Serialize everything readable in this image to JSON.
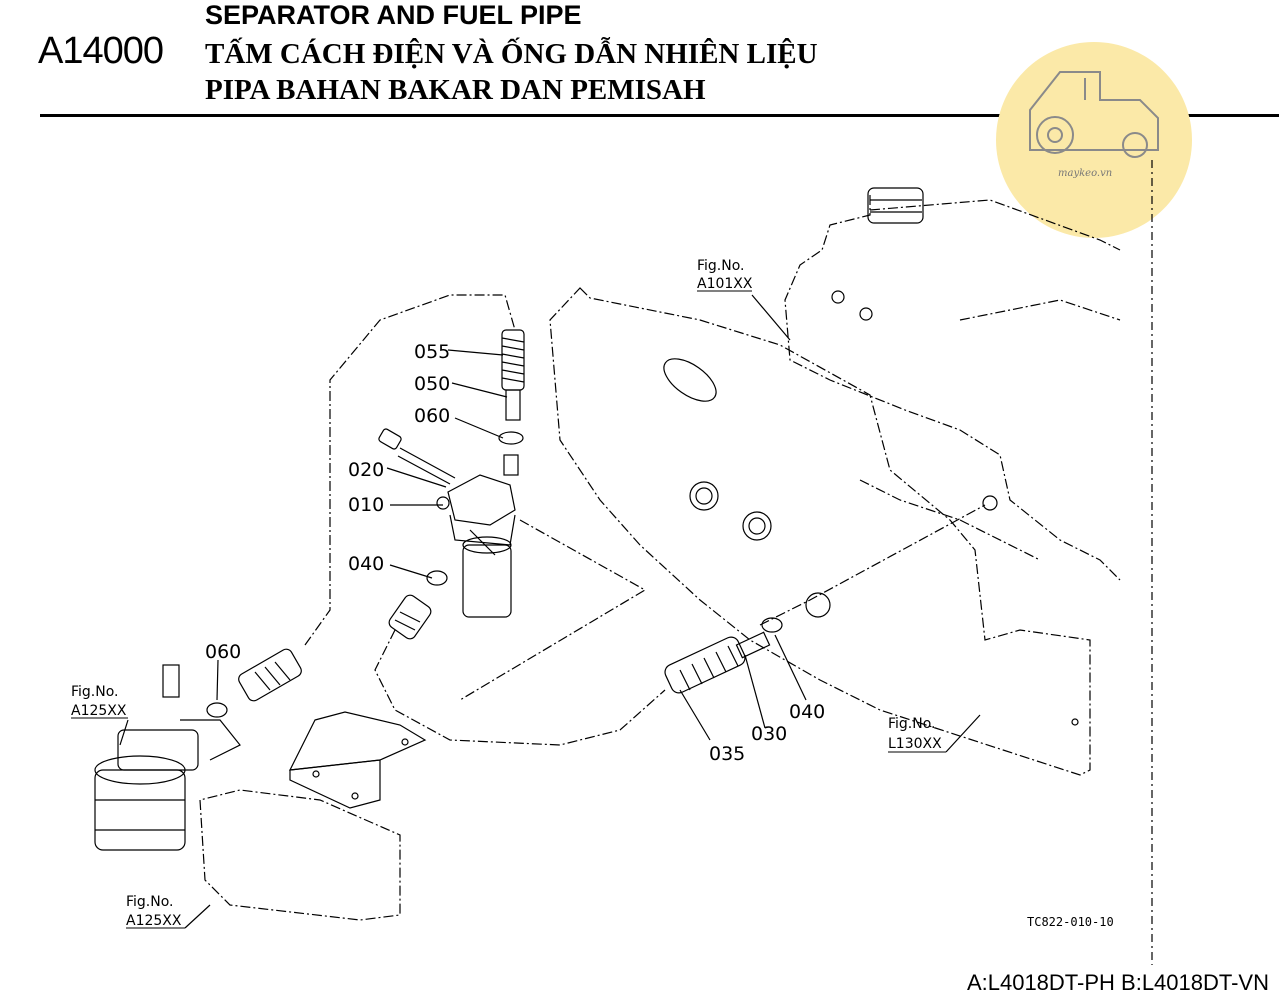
{
  "header": {
    "code": "A14000",
    "title_en": "SEPARATOR AND FUEL PIPE",
    "title_vi": "TẤM CÁCH ĐIỆN VÀ ỐNG DẪN NHIÊN LIỆU",
    "title_ms": "PIPA BAHAN BAKAR DAN PEMISAH"
  },
  "watermark": {
    "text": "maykeo.vn",
    "color": "#fbe9a8"
  },
  "parts": [
    {
      "no": "055"
    },
    {
      "no": "050"
    },
    {
      "no": "060"
    },
    {
      "no": "020"
    },
    {
      "no": "010"
    },
    {
      "no": "040"
    },
    {
      "no": "060"
    },
    {
      "no": "035"
    },
    {
      "no": "030"
    },
    {
      "no": "040"
    }
  ],
  "figrefs": [
    {
      "line1": "Fig.No.",
      "line2": "A101XX"
    },
    {
      "line1": "Fig.No.",
      "line2": "A125XX"
    },
    {
      "line1": "Fig.No.",
      "line2": "A125XX"
    },
    {
      "line1": "Fig.No.",
      "line2": "L130XX"
    }
  ],
  "drawing_code": "TC822-010-10",
  "model_note": "A:L4018DT-PH B:L4018DT-VN"
}
